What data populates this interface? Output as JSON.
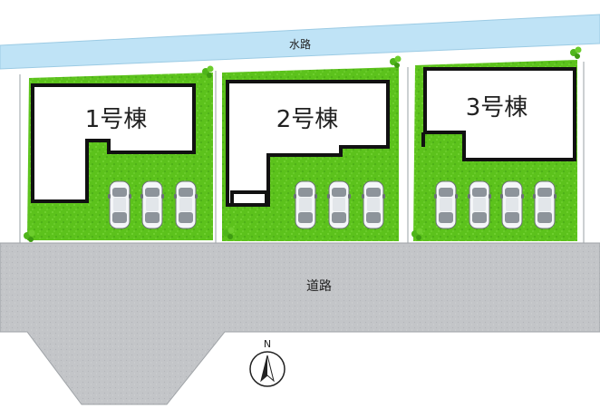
{
  "waterway": {
    "label": "水路"
  },
  "road": {
    "label": "道路"
  },
  "compass": {
    "north_label": "N"
  },
  "lots": [
    {
      "label": "1号棟",
      "parking_spaces": 3
    },
    {
      "label": "2号棟",
      "parking_spaces": 3
    },
    {
      "label": "3号棟",
      "parking_spaces": 4
    }
  ],
  "colors": {
    "water": "#bfe3f6",
    "lawn": "#5cc21c",
    "road": "#c3c5c8",
    "wall": "#111111",
    "building": "#ffffff"
  }
}
